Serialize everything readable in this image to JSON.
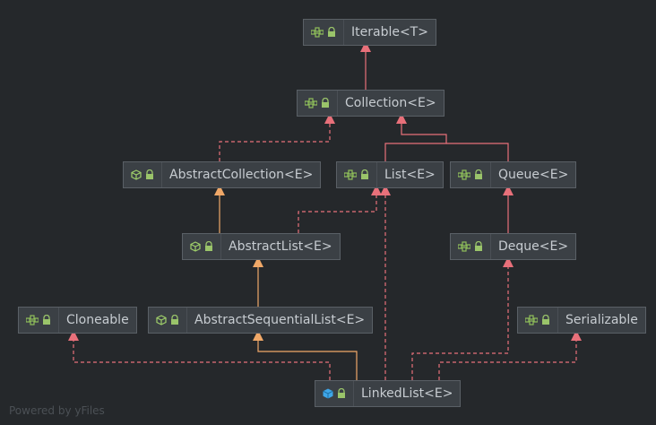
{
  "nodes": {
    "iterable": {
      "label": "Iterable<T>",
      "kind": "interface"
    },
    "collection": {
      "label": "Collection<E>",
      "kind": "interface"
    },
    "abstract_collection": {
      "label": "AbstractCollection<E>",
      "kind": "abstract"
    },
    "list": {
      "label": "List<E>",
      "kind": "interface"
    },
    "queue": {
      "label": "Queue<E>",
      "kind": "interface"
    },
    "abstract_list": {
      "label": "AbstractList<E>",
      "kind": "abstract"
    },
    "deque": {
      "label": "Deque<E>",
      "kind": "interface"
    },
    "cloneable": {
      "label": "Cloneable",
      "kind": "interface"
    },
    "abstract_sequential_list": {
      "label": "AbstractSequentialList<E>",
      "kind": "abstract"
    },
    "serializable": {
      "label": "Serializable",
      "kind": "interface"
    },
    "linked_list": {
      "label": "LinkedList<E>",
      "kind": "class"
    }
  },
  "colors": {
    "extends_interface": "#e8707a",
    "extends_class": "#f0a868",
    "implements": "#e8707a",
    "interface_icon": "#8fbf5a",
    "abstract_icon": "#9fcf6a",
    "class_icon": "#3ea6e8",
    "lock_icon": "#9ac46a"
  },
  "watermark": "Powered by yFiles"
}
